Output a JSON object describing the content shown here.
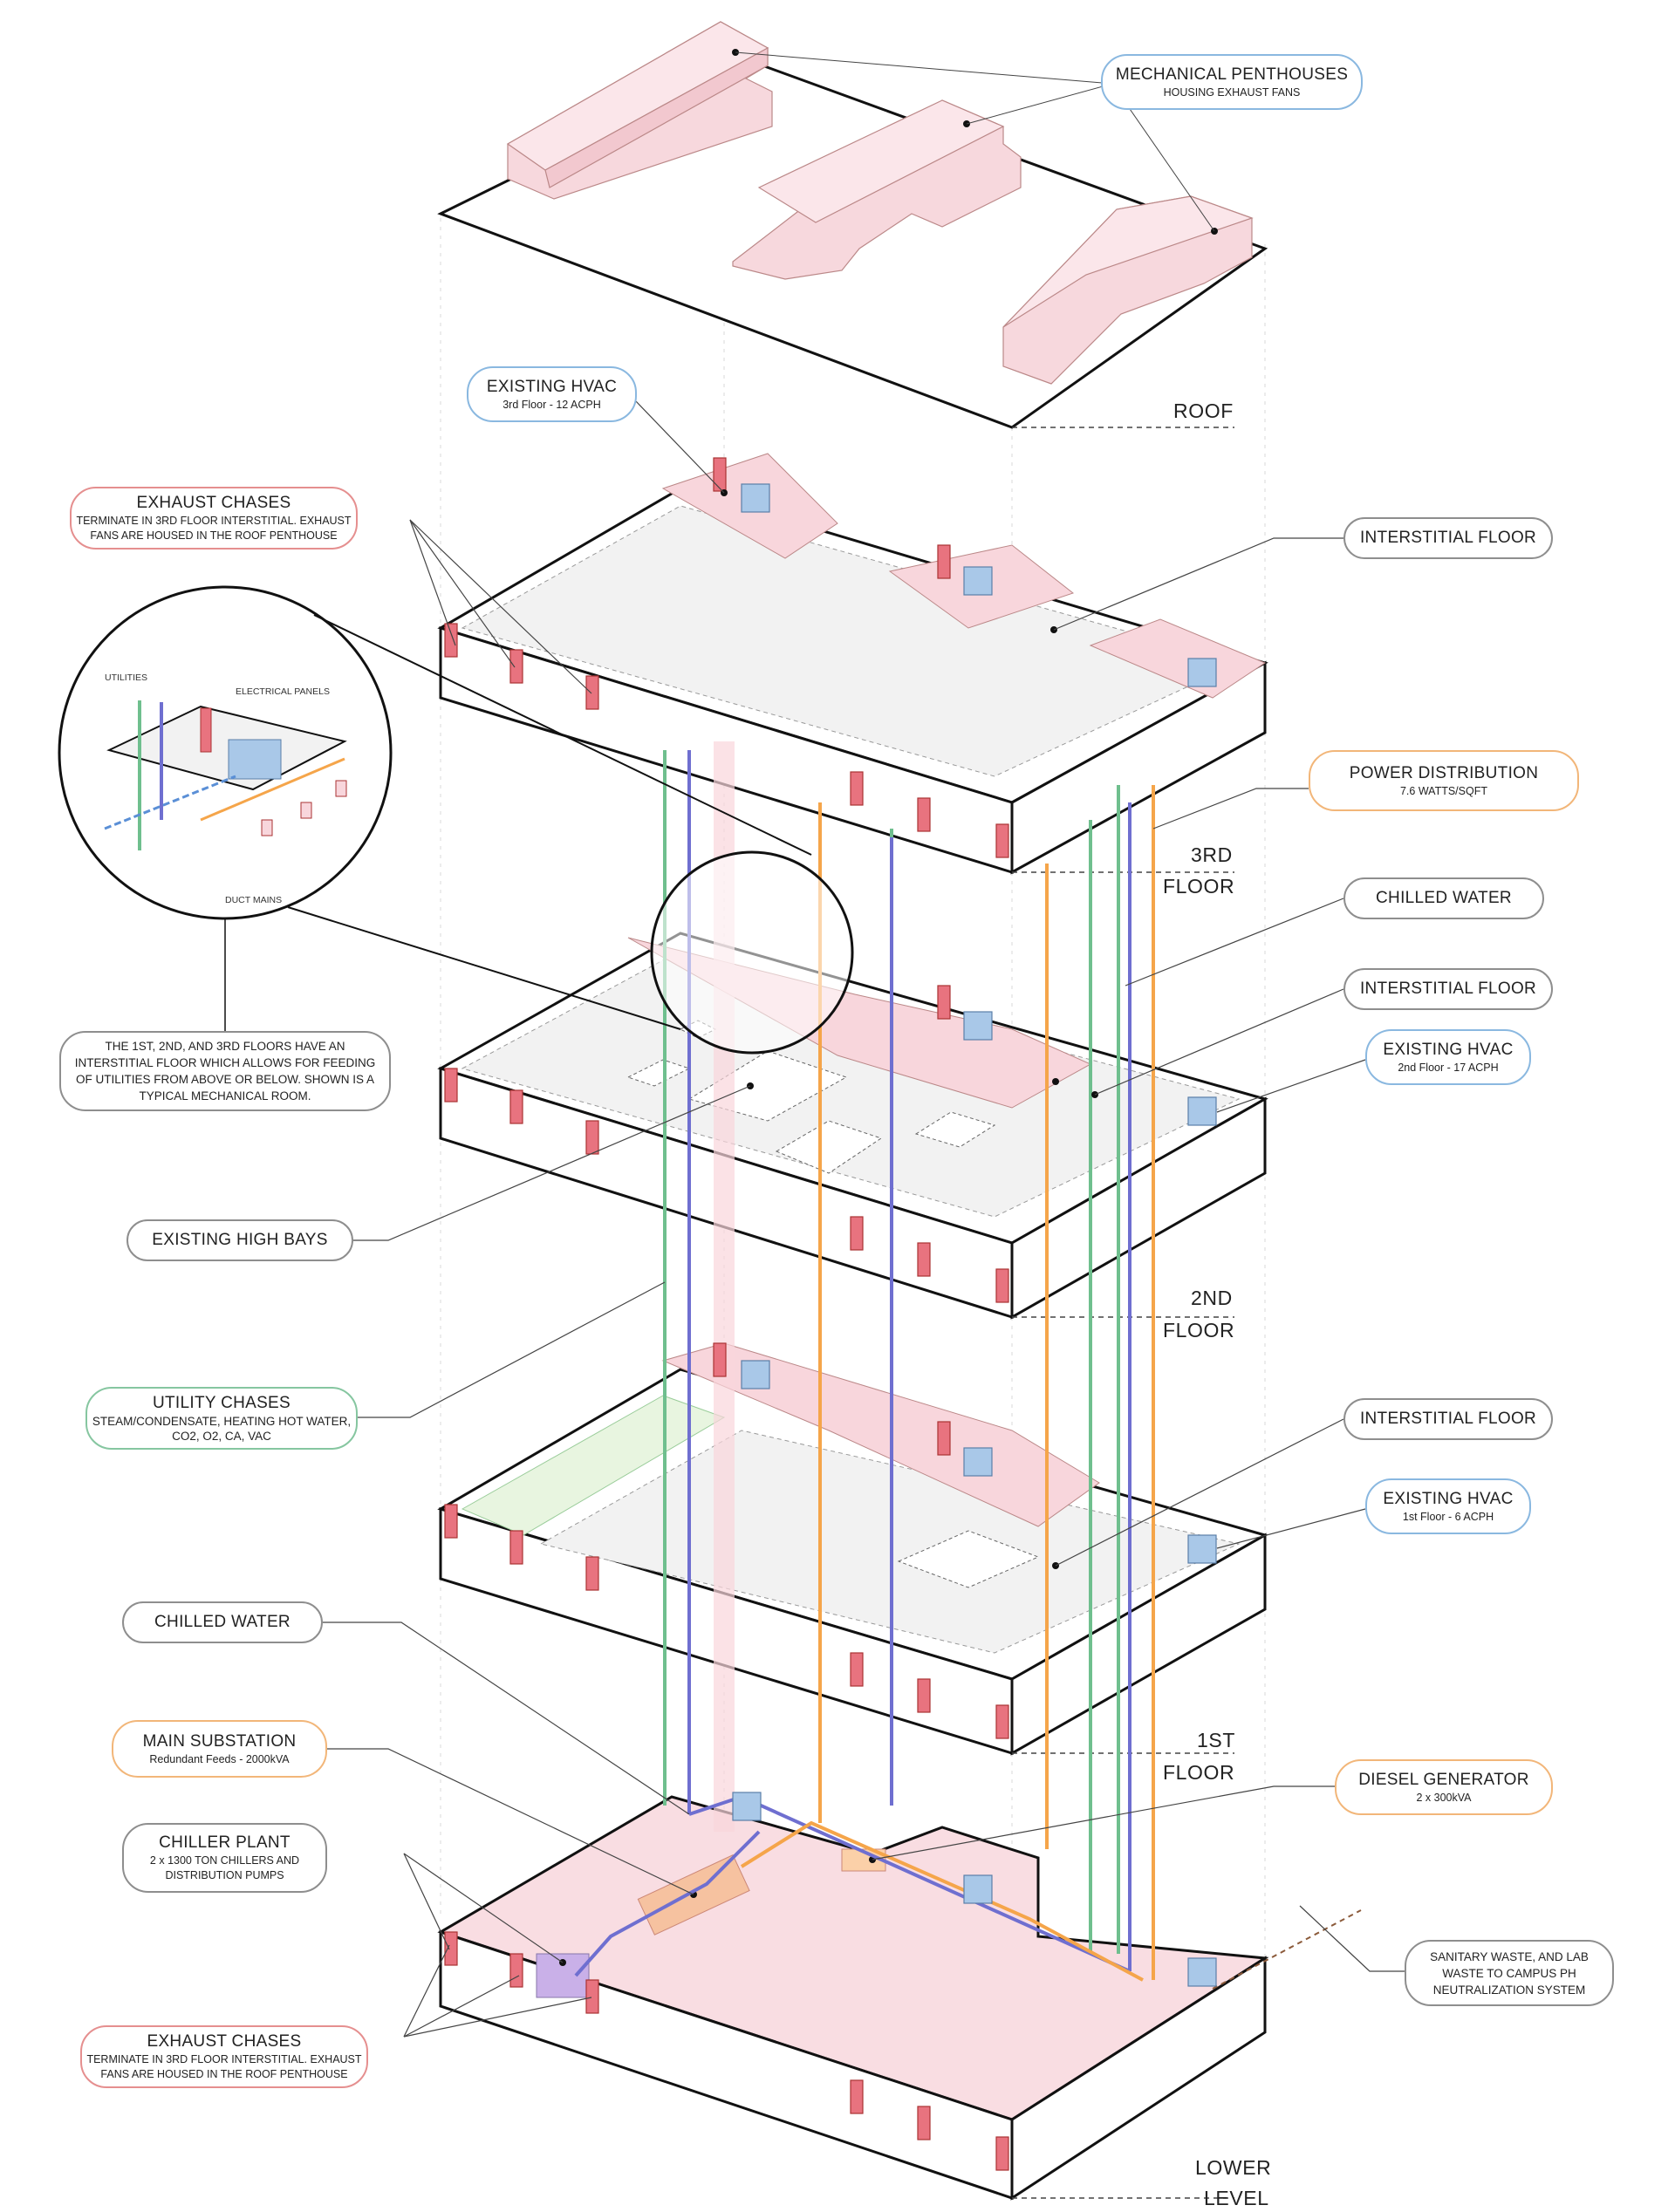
{
  "callouts": {
    "mech_penthouses": {
      "title": "MECHANICAL PENTHOUSES",
      "sub": "HOUSING EXHAUST FANS"
    },
    "existing_hvac_3": {
      "title": "EXISTING HVAC",
      "sub": "3rd Floor - 12 ACPH"
    },
    "exhaust_chases_top": {
      "title": "EXHAUST CHASES",
      "sub": "TERMINATE IN 3RD FLOOR INTERSTITIAL. EXHAUST FANS ARE HOUSED IN THE ROOF PENTHOUSE"
    },
    "interstitial_3": {
      "title": "INTERSTITIAL FLOOR"
    },
    "power_distribution": {
      "title": "POWER DISTRIBUTION",
      "sub": "7.6 WATTS/SQFT"
    },
    "chilled_water_right": {
      "title": "CHILLED WATER"
    },
    "interstitial_2": {
      "title": "INTERSTITIAL FLOOR"
    },
    "existing_hvac_2": {
      "title": "EXISTING HVAC",
      "sub": "2nd Floor - 17 ACPH"
    },
    "existing_high_bays": {
      "title": "EXISTING HIGH BAYS"
    },
    "utility_chases": {
      "title": "UTILITY CHASES",
      "sub": "STEAM/CONDENSATE, HEATING HOT WATER, CO2, O2, CA, VAC"
    },
    "interstitial_1": {
      "title": "INTERSTITIAL FLOOR"
    },
    "existing_hvac_1": {
      "title": "EXISTING HVAC",
      "sub": "1st Floor - 6 ACPH"
    },
    "chilled_water_left": {
      "title": "CHILLED WATER"
    },
    "main_substation": {
      "title": "MAIN SUBSTATION",
      "sub": "Redundant Feeds - 2000kVA"
    },
    "diesel_generator": {
      "title": "DIESEL GENERATOR",
      "sub": "2 x 300kVA"
    },
    "chiller_plant": {
      "title": "CHILLER PLANT",
      "sub": "2 x 1300 TON CHILLERS AND DISTRIBUTION PUMPS"
    },
    "exhaust_chases_bottom": {
      "title": "EXHAUST CHASES",
      "sub": "TERMINATE IN 3RD FLOOR INTERSTITIAL. EXHAUST FANS ARE HOUSED IN THE ROOF PENTHOUSE"
    },
    "interstitial_note": {
      "sub": "THE 1ST, 2ND, AND 3RD FLOORS HAVE AN INTERSTITIAL FLOOR WHICH ALLOWS FOR FEEDING OF UTILITIES FROM ABOVE OR BELOW. SHOWN IS A TYPICAL MECHANICAL ROOM."
    },
    "sanitary_waste": {
      "sub": "SANITARY WASTE, AND LAB WASTE TO CAMPUS PH NEUTRALIZATION SYSTEM"
    }
  },
  "levels": {
    "roof": "ROOF",
    "third_a": "3RD",
    "third_b": "FLOOR",
    "second_a": "2ND",
    "second_b": "FLOOR",
    "first_a": "1ST",
    "first_b": "FLOOR",
    "lower_a": "LOWER",
    "lower_b": "LEVEL"
  },
  "detail_labels": {
    "utilities": "UTILITIES",
    "electrical_panels": "ELECTRICAL PANELS",
    "duct_mains": "DUCT MAINS"
  },
  "colors": {
    "chase_pink": "#f6d3d9",
    "chase_red": "#e8737f",
    "hvac_blue": "#a9c8e8",
    "power_orange": "#f5a54a",
    "chilled_green": "#6fbf8e",
    "water_purple": "#6f6fd0",
    "floor_gray": "#efefef"
  }
}
